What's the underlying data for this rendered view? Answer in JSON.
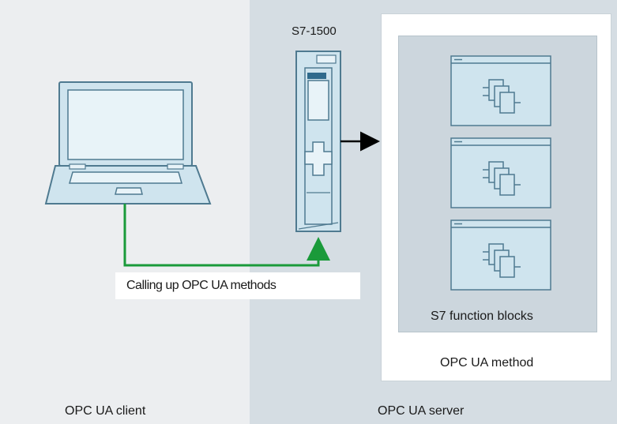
{
  "zones": {
    "client_label": "OPC UA client",
    "server_label": "OPC UA server"
  },
  "device": {
    "model_label": "S7-1500"
  },
  "connection": {
    "label": "Calling up OPC UA methods"
  },
  "method_box": {
    "label": "OPC UA method",
    "inner_label": "S7 function blocks",
    "blocks": [
      "function-block-1",
      "function-block-2",
      "function-block-3"
    ]
  },
  "colors": {
    "client_bg": "#eceef0",
    "server_bg": "#d5dde3",
    "line_green": "#1a9a3a",
    "device_fill": "#cfe4ee",
    "device_stroke": "#4f7a90"
  }
}
